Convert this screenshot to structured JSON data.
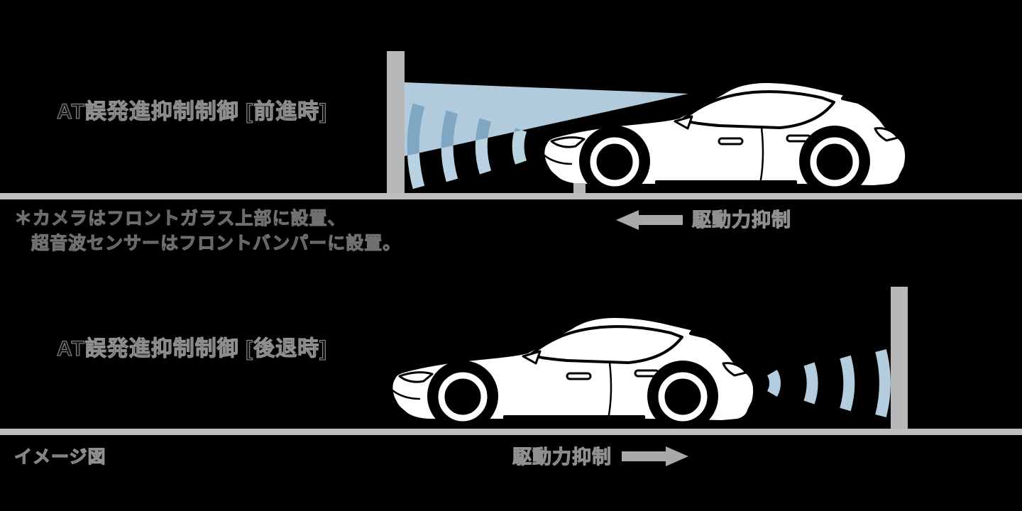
{
  "page": {
    "background": "#000000",
    "kind": "driver-assist feature diagram"
  },
  "colors": {
    "background": "#000000",
    "wedge_blue": "#b2cbdc",
    "wave_blue_light": "#b9d2e1",
    "wave_blue_dark": "#7fa6c2",
    "wave_blue_bottom": "#b3cdde",
    "wall_gray": "#b5b7b9",
    "ground_gray": "#bcbec0",
    "arrow_gray": "#a9a9a9",
    "car_body": "#ffffff",
    "car_line": "#000000",
    "text_fill": "#141414",
    "text_edge": "#909090",
    "note_edge": "#707070"
  },
  "sections": {
    "forward": {
      "title": "AT誤発進抑制制御 [前進時]",
      "arrow_label": "駆動力抑制",
      "arrow_direction": "left",
      "sensor_graphics": [
        "camera-field-of-view-wedge",
        "ultrasonic-wave-arcs"
      ]
    },
    "note": {
      "line1": "＊カメラはフロントガラス上部に設置、",
      "line2": "超音波センサーはフロントバンパーに設置。"
    },
    "reverse": {
      "title": "AT誤発進抑制制御 [後退時]",
      "arrow_label": "駆動力抑制",
      "arrow_direction": "right",
      "sensor_graphics": [
        "ultrasonic-wave-arcs"
      ]
    },
    "caption": "イメージ図"
  }
}
